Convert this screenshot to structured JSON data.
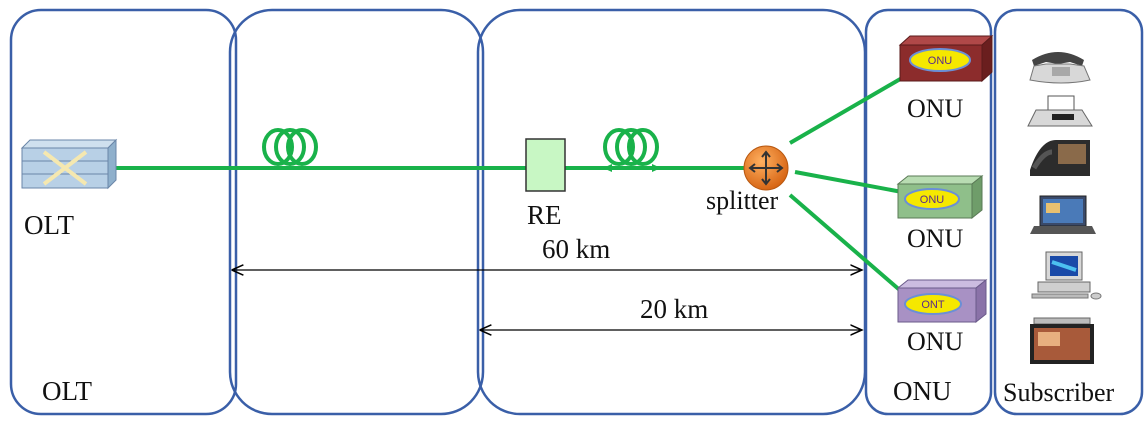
{
  "regions": [
    {
      "id": "olt",
      "label": "OLT"
    },
    {
      "id": "feeder",
      "label": ""
    },
    {
      "id": "extended",
      "label": ""
    },
    {
      "id": "onu",
      "label": "ONU"
    },
    {
      "id": "subscriber",
      "label": "Subscriber"
    }
  ],
  "devices": {
    "olt_label": "OLT",
    "re_label": "RE",
    "splitter_label": "splitter",
    "onu_labels": [
      "ONU",
      "ONU",
      "ONU"
    ],
    "onu_badges": [
      "ONU",
      "ONU",
      "ONT"
    ]
  },
  "distances": {
    "long_span": "60 km",
    "short_span": "20 km"
  },
  "subscriber_devices": [
    "phone-icon",
    "fax-icon",
    "video-phone-icon",
    "laptop-icon",
    "desktop-computer-icon",
    "tv-icon"
  ],
  "colors": {
    "fiber": "#19b24a",
    "region_border": "#3a5fa8",
    "onu_red": "#8c2c2c",
    "onu_green": "#8fbf8a",
    "onu_purple": "#a891c4",
    "badge_yellow": "#f5e800",
    "splitter": "#e0701e",
    "re_fill": "#c8f7c4"
  }
}
